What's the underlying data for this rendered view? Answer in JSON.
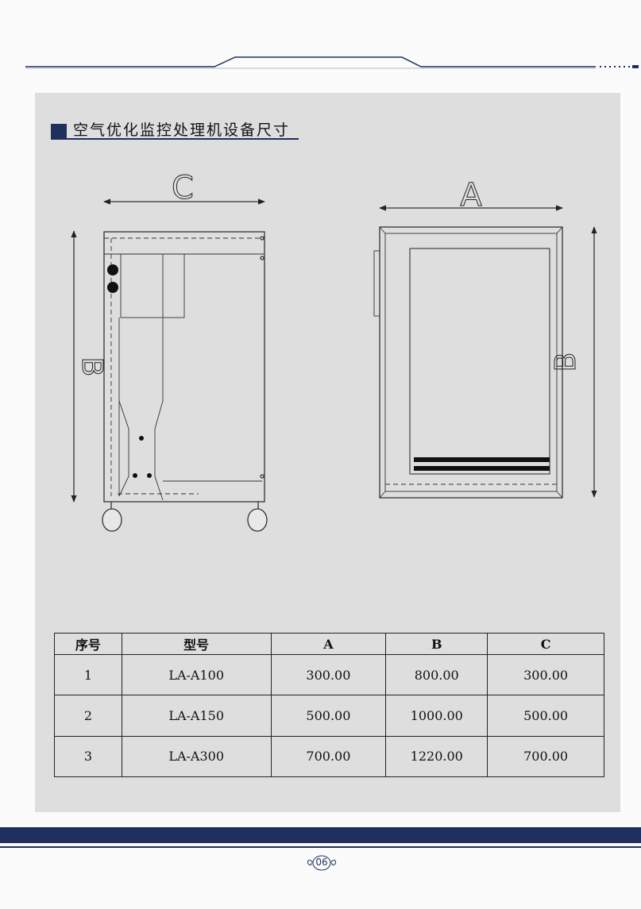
{
  "title": "空气优化监控处理机设备尺寸",
  "drawing": {
    "side_view_width_label": "C",
    "side_view_height_label": "B",
    "front_view_width_label": "A",
    "front_view_height_label": "B"
  },
  "table": {
    "headers": [
      "序号",
      "型号",
      "A",
      "B",
      "C"
    ],
    "rows": [
      [
        "1",
        "LA-A100",
        "300.00",
        "800.00",
        "300.00"
      ],
      [
        "2",
        "LA-A150",
        "500.00",
        "1000.00",
        "500.00"
      ],
      [
        "3",
        "LA-A300",
        "700.00",
        "1220.00",
        "700.00"
      ]
    ]
  },
  "page_number": "06",
  "colors": {
    "brand_navy": "#1f2f5e",
    "panel_gray": "#dedede"
  }
}
